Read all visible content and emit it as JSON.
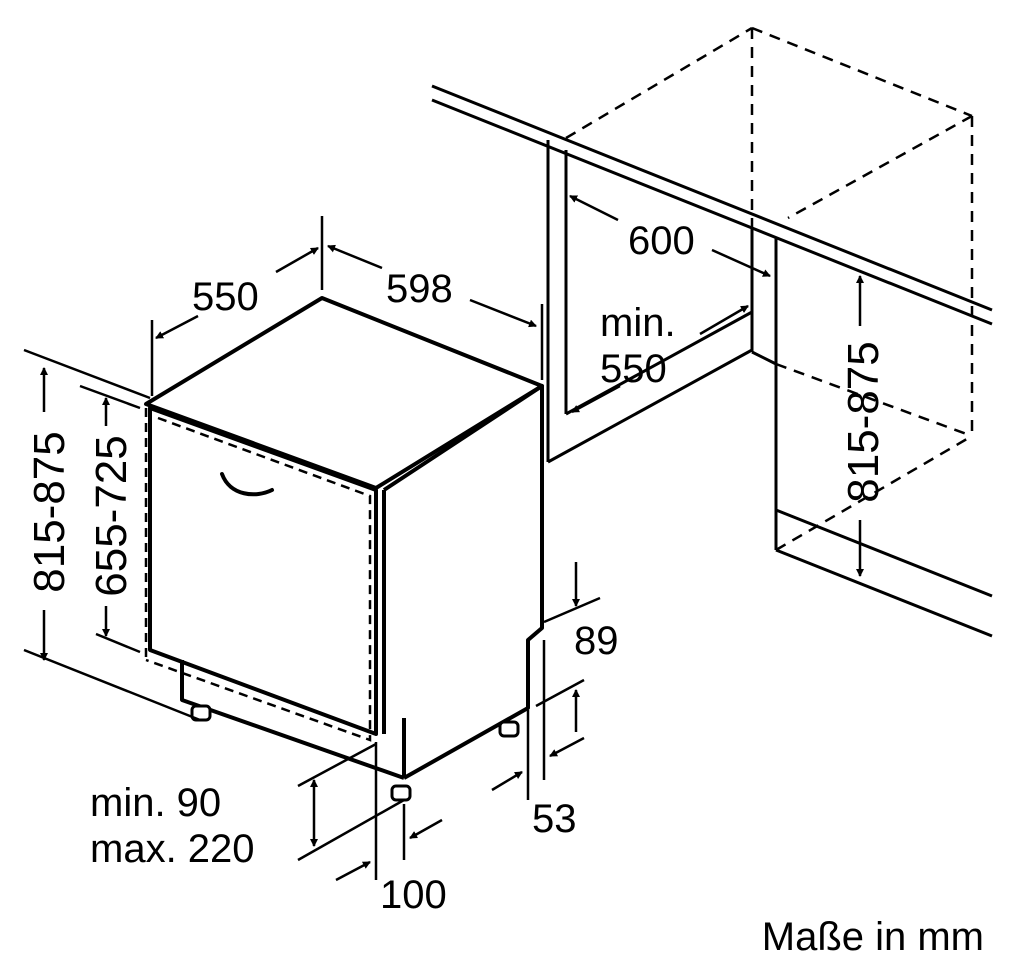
{
  "labels": {
    "width_depth": "550",
    "width_front": "598",
    "niche_width": "600",
    "niche_depth_min": "min.",
    "niche_depth_val": "550",
    "height_total_left": "815-875",
    "height_door": "655-725",
    "height_niche_right": "815-875",
    "plinth_89": "89",
    "plinth_53": "53",
    "plinth_min": "min. 90",
    "plinth_max": "max. 220",
    "plinth_100": "100",
    "unit_note": "Maße in mm"
  }
}
